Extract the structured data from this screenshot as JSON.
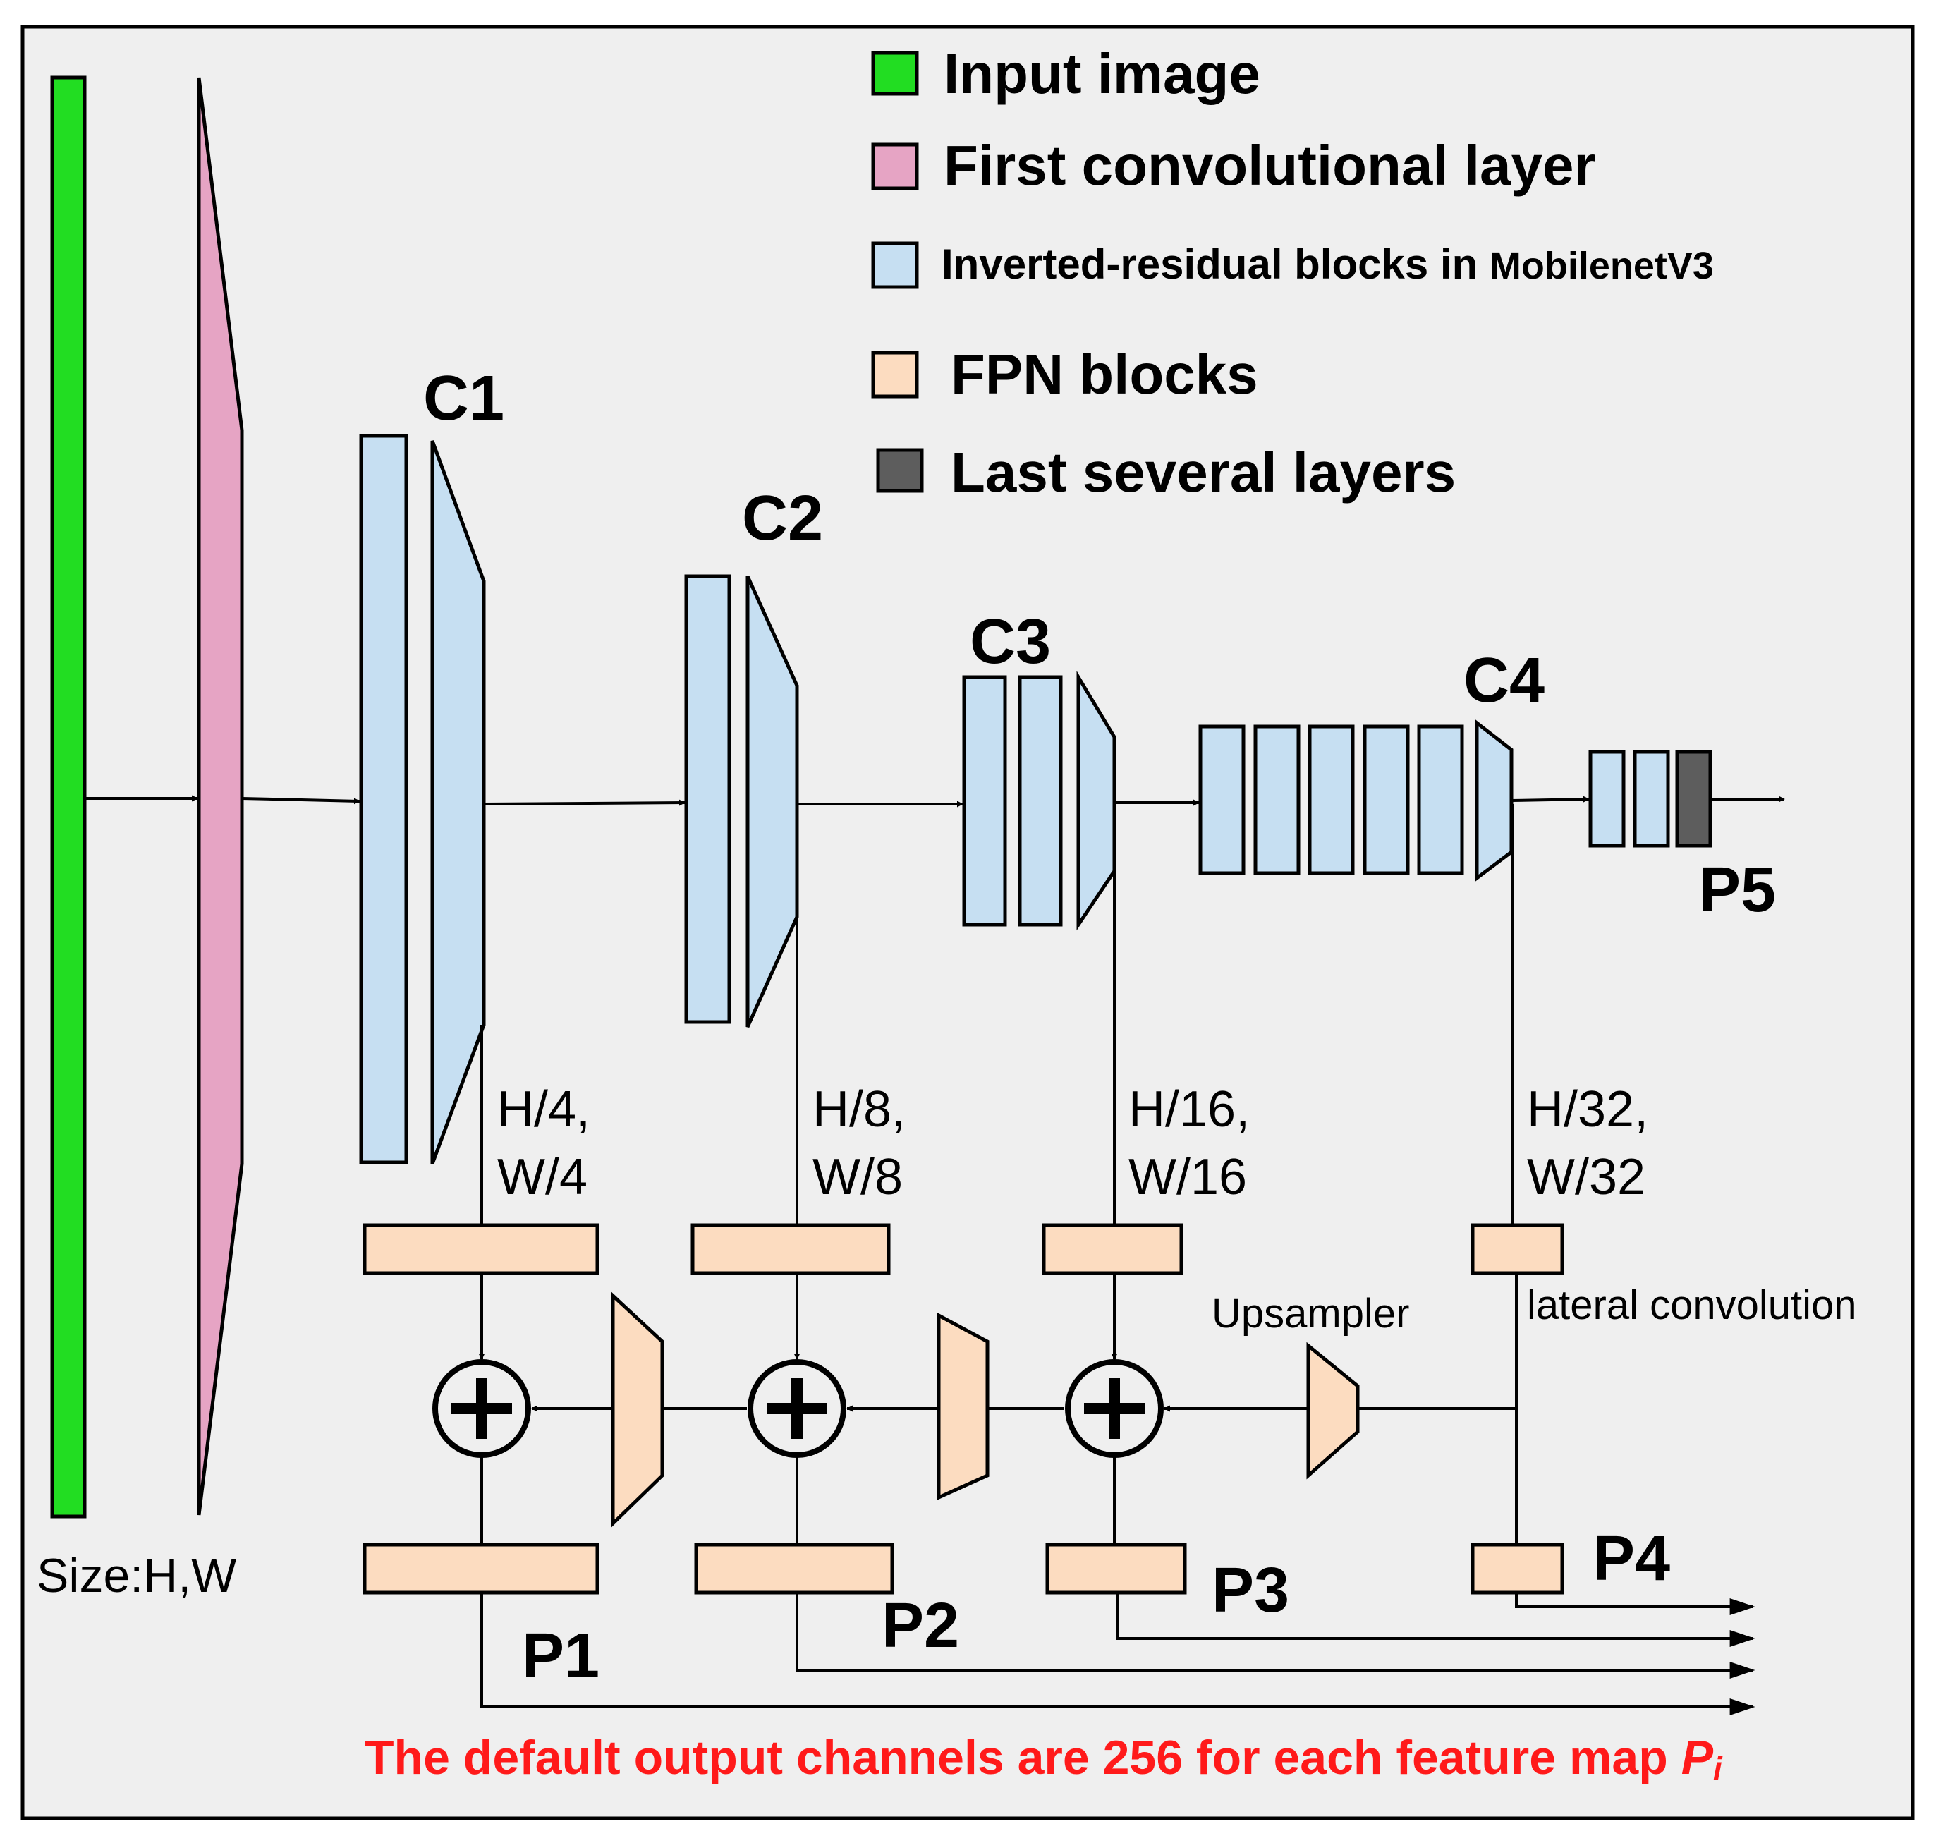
{
  "colors": {
    "background": "#efefef",
    "input_image": "#22dd22",
    "first_conv": "#e6a4c4",
    "inverted_residual": "#c6dff2",
    "fpn": "#fcdcc0",
    "last_layers": "#5d5d5d",
    "note": "#ff1a1a"
  },
  "legend": {
    "items": [
      {
        "label": "Input image",
        "swatch": "input_image"
      },
      {
        "label": "First convolutional layer",
        "swatch": "first_conv"
      },
      {
        "label": "Inverted-residual blocks in ",
        "label_suffix": "MobilenetV3",
        "swatch": "inverted_residual"
      },
      {
        "label": "FPN blocks",
        "swatch": "fpn"
      },
      {
        "label": "Last several layers",
        "swatch": "last_layers"
      }
    ]
  },
  "stages": {
    "c1": "C1",
    "c2": "C2",
    "c3": "C3",
    "c4": "C4"
  },
  "sizes": {
    "input": "Size:H,W",
    "s4_line1": "H/4,",
    "s4_line2": "W/4",
    "s8_line1": "H/8,",
    "s8_line2": "W/8",
    "s16_line1": "H/16,",
    "s16_line2": "W/16",
    "s32_line1": "H/32,",
    "s32_line2": "W/32"
  },
  "annotations": {
    "upsampler": "Upsampler",
    "lateral": "lateral convolution"
  },
  "outputs": {
    "p1": "P1",
    "p2": "P2",
    "p3": "P3",
    "p4": "P4",
    "p5": "P5"
  },
  "note": {
    "text": "The default output channels are 256 for each feature map ",
    "symbol": "P",
    "subscript": "i"
  }
}
